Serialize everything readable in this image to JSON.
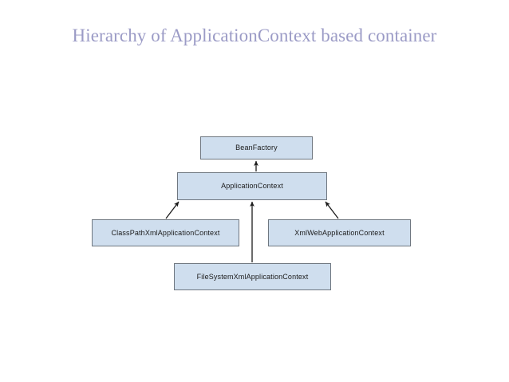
{
  "slide": {
    "title": "Hierarchy of ApplicationContext based container",
    "background_color": "#ffffff",
    "title_color": "#9b9bc6"
  },
  "diagram": {
    "type": "class-hierarchy",
    "box_fill_color": "#cfdeee",
    "box_border_color": "#6f7780",
    "box_text_color": "#1b1b1b",
    "edge_color": "#1b1b1b",
    "nodes": [
      {
        "id": "beanfactory",
        "label": "BeanFactory"
      },
      {
        "id": "applicationcontext",
        "label": "ApplicationContext"
      },
      {
        "id": "classpathxml",
        "label": "ClassPathXmlApplicationContext"
      },
      {
        "id": "xmlweb",
        "label": "XmlWebApplicationContext"
      },
      {
        "id": "filesystemxml",
        "label": "FileSystemXmlApplicationContext"
      }
    ],
    "edges": [
      {
        "from": "applicationcontext",
        "to": "beanfactory",
        "arrow": "up"
      },
      {
        "from": "classpathxml",
        "to": "applicationcontext",
        "arrow": "up-right"
      },
      {
        "from": "xmlweb",
        "to": "applicationcontext",
        "arrow": "up-left"
      },
      {
        "from": "filesystemxml",
        "to": "applicationcontext",
        "arrow": "up"
      }
    ]
  }
}
